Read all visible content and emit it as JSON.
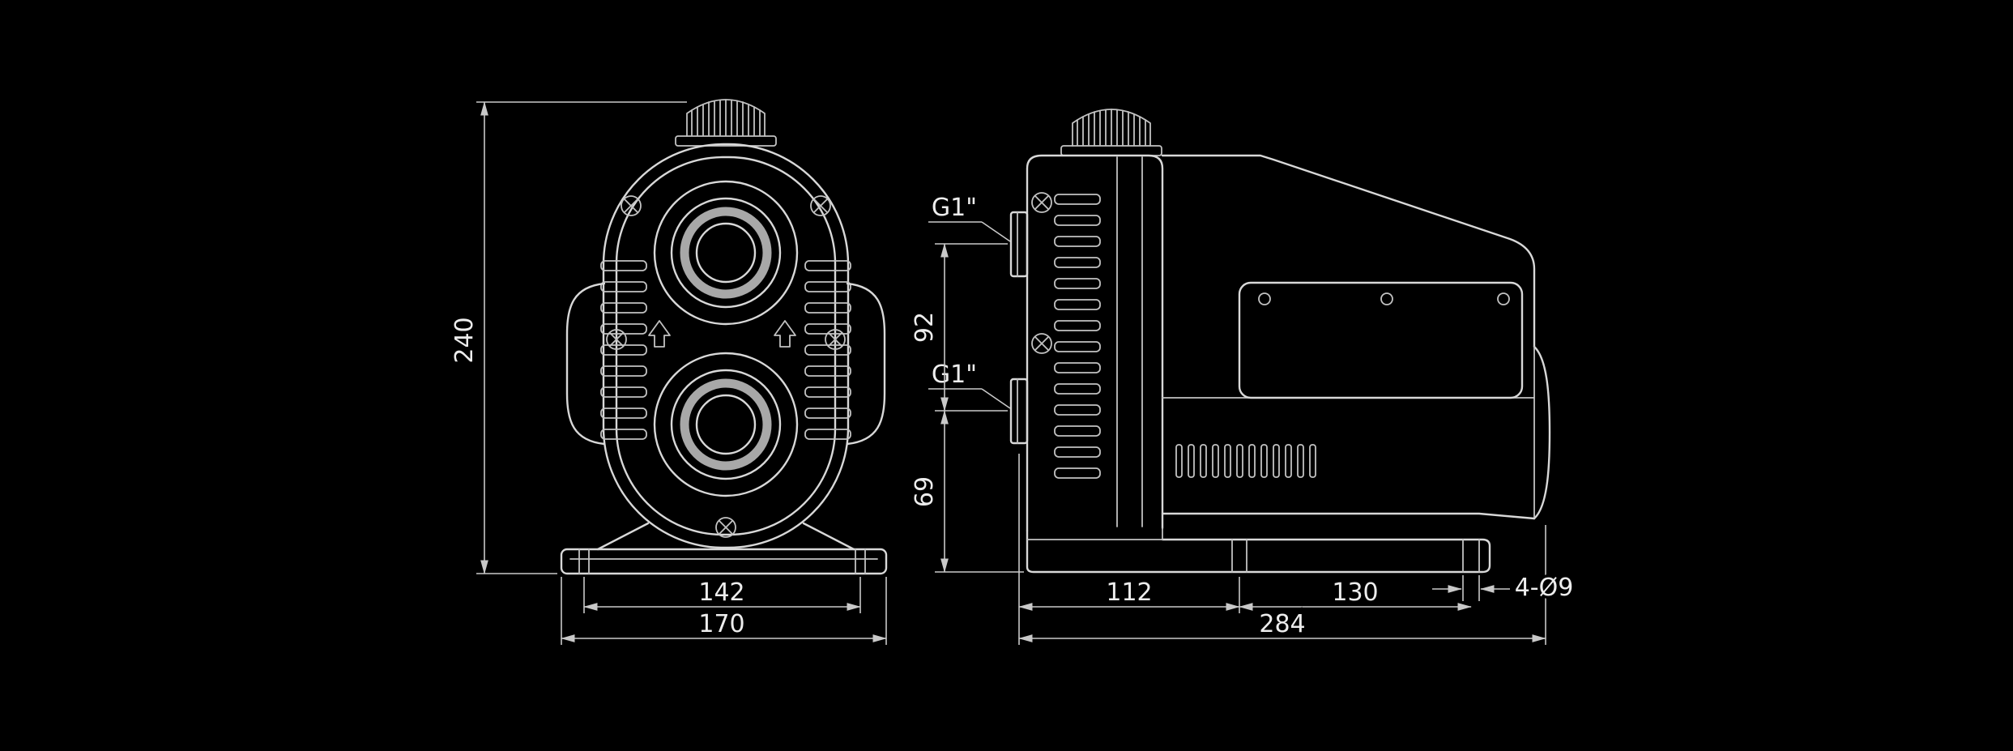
{
  "colors": {
    "background": "#000000",
    "line": "#d8d8d8",
    "dim_line": "#c9c9c9",
    "text": "#ededed"
  },
  "icons": {
    "flow_direction_arrows": "up-arrow"
  },
  "front_view": {
    "dim_height": "240",
    "dim_foot_holes": "142",
    "dim_base_width": "170"
  },
  "side_view": {
    "port_top": "G1\"",
    "port_bottom": "G1\"",
    "dim_port_spacing": "92",
    "dim_port_height": "69",
    "dim_front": "112",
    "dim_rear": "130",
    "dim_total_length": "284",
    "dim_foot_slots": "4-Ø9"
  }
}
